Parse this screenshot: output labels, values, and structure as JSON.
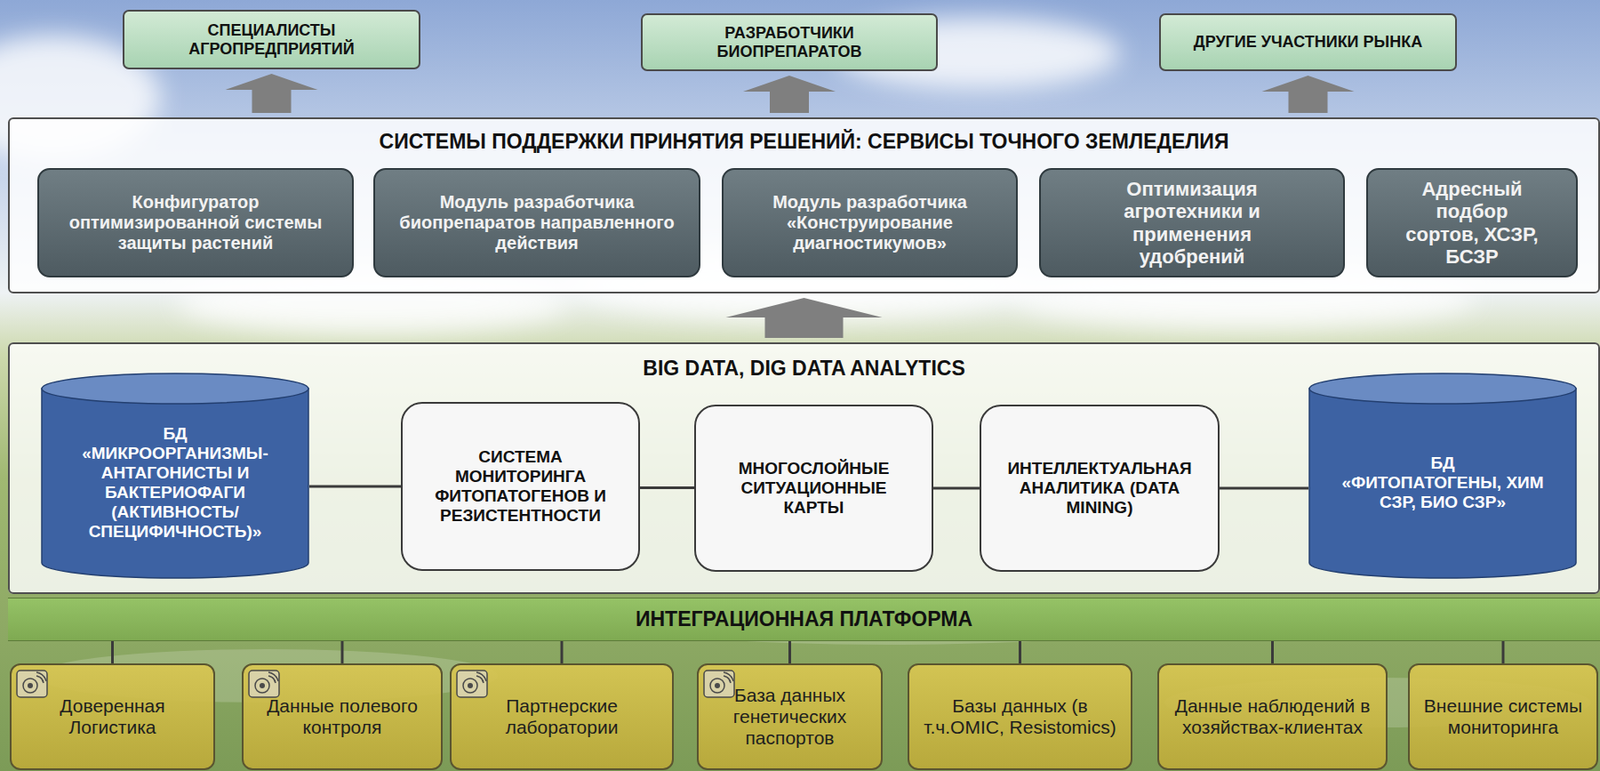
{
  "diagram": {
    "nodes": [
      {
        "text": [
          "СПЕЦИАЛИСТЫ АГРОПРЕДПРИЯТИЙ"
        ]
      },
      {
        "text": [
          "РАЗРАБОТЧИКИ БИОПРЕПАРАТОВ"
        ]
      },
      {
        "text": [
          "ДРУГИЕ УЧАСТНИКИ РЫНКА"
        ]
      },
      {
        "text": [
          "СИСТЕМЫ ПОДДЕРЖКИ ПРИНЯТИЯ РЕШЕНИЙ: СЕРВИСЫ ТОЧНОГО ЗЕМЛЕДЕЛИЯ"
        ]
      },
      {
        "text": [
          "Конфигуратор оптимизированной системы защиты растений"
        ],
        "in": 3
      },
      {
        "text": [
          "Модуль разработчика биопрепаратов направленного действия"
        ],
        "in": 3
      },
      {
        "text": [
          "Модуль разработчика «Конструирование диагностикумов»"
        ],
        "in": 3
      },
      {
        "text": [
          "Оптимизация агротехники и применения удобрений"
        ],
        "in": 3
      },
      {
        "text": [
          "Адресный подбор сортов, ХСЗР, БСЗР"
        ],
        "in": 3
      },
      {
        "text": [
          "BIG DATA, DIG DATA ANALYTICS"
        ]
      },
      {
        "text": [
          "БД",
          "«МИКРООРГАНИЗМЫ-АНТАГОНИСТЫ И БАКТЕРИОФАГИ (АКТИВНОСТЬ/ СПЕЦИФИЧНОСТЬ)»"
        ],
        "in": 9
      },
      {
        "text": [
          "СИСТЕМА МОНИТОРИНГА ФИТОПАТОГЕНОВ И РЕЗИСТЕНТНОСТИ"
        ],
        "in": 9
      },
      {
        "text": [
          "МНОГОСЛОЙНЫЕ СИТУАЦИОННЫЕ КАРТЫ"
        ],
        "in": 9
      },
      {
        "text": [
          "ИНТЕЛЛЕКТУАЛЬНАЯ АНАЛИТИКА (DATA MINING)"
        ],
        "in": 9
      },
      {
        "text": [
          "БД",
          "«ФИТОПАТОГЕНЫ, ХИМ СЗР, БИО СЗР»"
        ],
        "in": 9
      },
      {
        "text": [
          "ИНТЕГРАЦИОННАЯ ПЛАТФОРМА"
        ]
      },
      {
        "text": [
          "Доверенная Логистика"
        ]
      },
      {
        "text": [
          "Данные полевого контроля"
        ]
      },
      {
        "text": [
          "Партнерские лаборатории"
        ]
      },
      {
        "text": [
          "База данных генетических паспортов"
        ]
      },
      {
        "text": [
          "Базы данных (в т.ч.OMIC, Resistomics)"
        ]
      },
      {
        "text": [
          "Данные наблюдений в хозяйствах-клиентах"
        ]
      },
      {
        "text": [
          "Внешние системы мониторинга"
        ]
      }
    ],
    "edges": [
      {
        "from": 3,
        "to": 0,
        "arrow": "to"
      },
      {
        "from": 3,
        "to": 1,
        "arrow": "to"
      },
      {
        "from": 3,
        "to": 2,
        "arrow": "to"
      },
      {
        "from": 9,
        "to": 3,
        "arrow": "to"
      },
      {
        "from": 10,
        "to": 11,
        "arrow": "none"
      },
      {
        "from": 11,
        "to": 12,
        "arrow": "none"
      },
      {
        "from": 12,
        "to": 13,
        "arrow": "none"
      },
      {
        "from": 13,
        "to": 14,
        "arrow": "none"
      },
      {
        "from": 15,
        "to": 16,
        "arrow": "none"
      },
      {
        "from": 15,
        "to": 17,
        "arrow": "none"
      },
      {
        "from": 15,
        "to": 18,
        "arrow": "none"
      },
      {
        "from": 15,
        "to": 19,
        "arrow": "none"
      },
      {
        "from": 15,
        "to": 20,
        "arrow": "none"
      },
      {
        "from": 15,
        "to": 21,
        "arrow": "none"
      },
      {
        "from": 15,
        "to": 22,
        "arrow": "none"
      }
    ]
  }
}
